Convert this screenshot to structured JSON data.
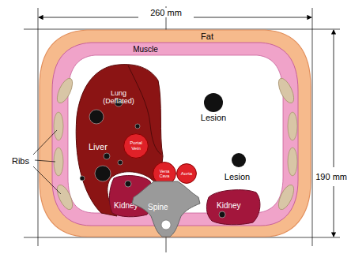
{
  "diagram": {
    "nodes": [
      {
        "text": [
          "Liver"
        ]
      },
      {
        "text": [
          "Portal Vein"
        ],
        "in": 0
      },
      {
        "text": [
          "Vena Cava"
        ]
      },
      {
        "text": [
          "Aorta"
        ]
      },
      {
        "text": [
          "Kidney"
        ]
      },
      {
        "text": [
          "Kidney"
        ]
      },
      {
        "text": [
          "Spine"
        ]
      }
    ],
    "labels": [
      "260 mm",
      "190 mm",
      "Fat",
      "Muscle",
      "Ribs",
      "Lung (Deflated)",
      "Lesion",
      "Lesion"
    ]
  }
}
